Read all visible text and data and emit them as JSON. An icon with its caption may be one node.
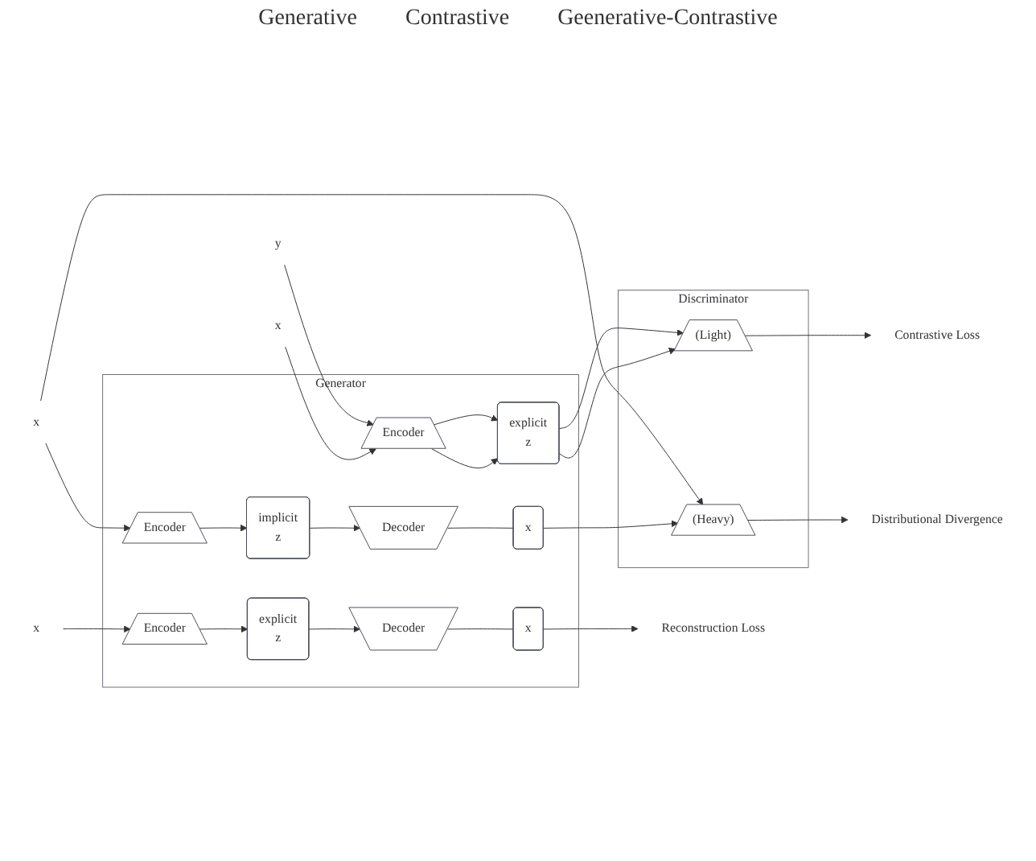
{
  "diagram": {
    "nodes": [
      {
        "text": [
          "Generator"
        ]
      },
      {
        "text": [
          "Discriminator"
        ]
      },
      {
        "text": [
          "x"
        ]
      },
      {
        "text": [
          "Encoder"
        ],
        "in": 0
      },
      {
        "text": [
          "explicit",
          "z"
        ],
        "in": 0
      },
      {
        "text": [
          "Decoder"
        ],
        "in": 0
      },
      {
        "text": [
          "x"
        ],
        "in": 0
      },
      {
        "text": [
          "Reconstruction Loss"
        ]
      },
      {
        "text": [
          "x"
        ]
      },
      {
        "text": [
          "y"
        ]
      },
      {
        "text": [
          "Encoder"
        ],
        "in": 0
      },
      {
        "text": [
          "explicit",
          "z"
        ],
        "in": 0
      },
      {
        "text": [
          "(Light)"
        ],
        "in": 1
      },
      {
        "text": [
          "Contrastive Loss"
        ]
      },
      {
        "text": [
          "x"
        ]
      },
      {
        "text": [
          "Encoder"
        ],
        "in": 0
      },
      {
        "text": [
          "implicit",
          "z"
        ],
        "in": 0
      },
      {
        "text": [
          "Decoder"
        ],
        "in": 0
      },
      {
        "text": [
          "x"
        ],
        "in": 0
      },
      {
        "text": [
          "(Heavy)"
        ],
        "in": 1
      },
      {
        "text": [
          "Distributional Divergence"
        ]
      }
    ],
    "edges": [
      {
        "from": 2,
        "to": 3,
        "arrow": "to"
      },
      {
        "from": 3,
        "to": 4,
        "arrow": "to"
      },
      {
        "from": 4,
        "to": 5,
        "arrow": "to"
      },
      {
        "from": 5,
        "to": 6,
        "arrow": "none"
      },
      {
        "from": 6,
        "to": 7,
        "arrow": "to"
      },
      {
        "from": 8,
        "to": 10,
        "arrow": "to"
      },
      {
        "from": 9,
        "to": 10,
        "arrow": "to"
      },
      {
        "from": 10,
        "to": 11,
        "arrow": "to"
      },
      {
        "from": 10,
        "to": 11,
        "arrow": "to"
      },
      {
        "from": 11,
        "to": 12,
        "arrow": "to"
      },
      {
        "from": 11,
        "to": 12,
        "arrow": "to"
      },
      {
        "from": 12,
        "to": 13,
        "arrow": "to"
      },
      {
        "from": 14,
        "to": 15,
        "arrow": "to"
      },
      {
        "from": 15,
        "to": 16,
        "arrow": "to"
      },
      {
        "from": 16,
        "to": 17,
        "arrow": "to"
      },
      {
        "from": 17,
        "to": 18,
        "arrow": "none"
      },
      {
        "from": 18,
        "to": 19,
        "arrow": "to"
      },
      {
        "from": 14,
        "to": 19,
        "arrow": "to"
      },
      {
        "from": 19,
        "to": 20,
        "arrow": "to"
      }
    ],
    "labels": [
      "Generative",
      "Contrastive",
      "Geenerative-Contrastive"
    ]
  }
}
